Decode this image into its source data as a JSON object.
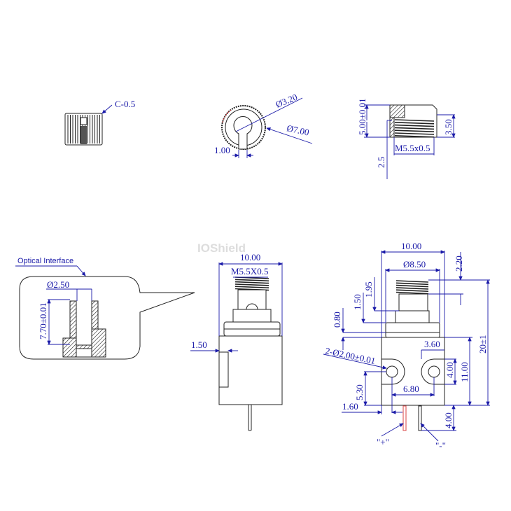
{
  "watermark": "IOShield",
  "top_views": {
    "side": {
      "chamfer": "C-0.5"
    },
    "front": {
      "inner_diameter": "Ø3.20",
      "outer_diameter": "Ø7.00",
      "slot_width": "1.00"
    },
    "section": {
      "height": "5.00±0.01",
      "thread_depth": "3.50",
      "thread": "M5.5x0.5",
      "offset": "2.5"
    }
  },
  "callout": {
    "title": "Optical Interface",
    "bore": "Ø2.50",
    "depth": "7.70±0.01"
  },
  "side_view": {
    "width": "10.00",
    "thread": "M5.5X0.5",
    "recess": "1.50"
  },
  "front_view": {
    "width": "10.00",
    "flange_diameter": "Ø8.50",
    "top_offset": "2.20",
    "d_195": "1.95",
    "d_150": "1.50",
    "d_080": "0.80",
    "holes": "2-Ø2.00±0.01",
    "ear_width": "3.60",
    "ear_height": "4.00",
    "body_height": "11.00",
    "total_height": "20±1",
    "hole_spacing": "6.80",
    "hole_height": "5.30",
    "hole_offset": "1.60",
    "pin_length": "4.00",
    "positive": "\"+\"",
    "negative": "\"-\""
  },
  "colors": {
    "dimension": "#1a1aa8",
    "outline": "#222222",
    "positive_pin": "#e06060"
  }
}
